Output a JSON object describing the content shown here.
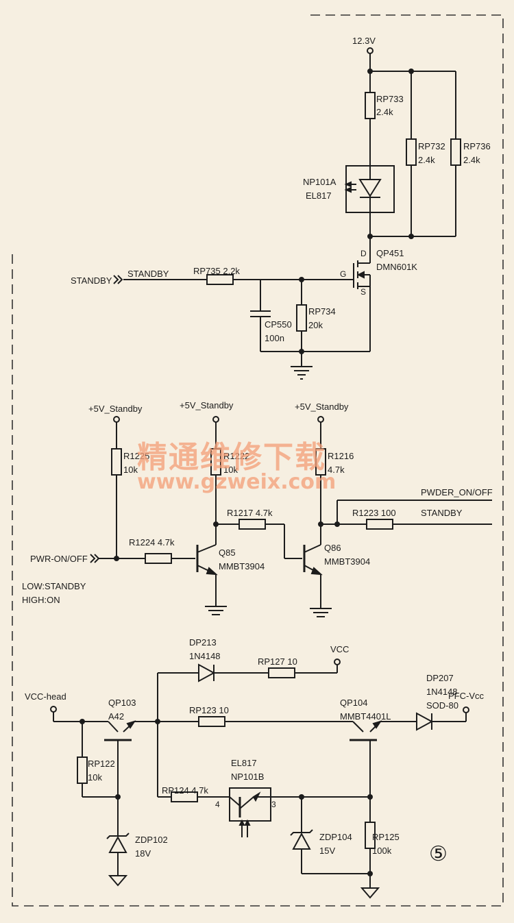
{
  "labels": {
    "v12": "12.3V",
    "rp733_ref": "RP733",
    "rp733_val": "2.4k",
    "rp732_ref": "RP732",
    "rp732_val": "2.4k",
    "rp736_ref": "RP736",
    "rp736_val": "2.4k",
    "np101a_ref": "NP101A",
    "np101a_part": "EL817",
    "qp451_ref": "QP451",
    "qp451_part": "DMN601K",
    "pin_d": "D",
    "pin_g": "G",
    "pin_s": "S",
    "standby_port": "STANDBY",
    "standby_net": "STANDBY",
    "rp735": "RP735 2.2k",
    "cp550_ref": "CP550",
    "cp550_val": "100n",
    "rp734_ref": "RP734",
    "rp734_val": "20k",
    "vstb1": "+5V_Standby",
    "vstb2": "+5V_Standby",
    "vstb3": "+5V_Standby",
    "r1225_ref": "R1225",
    "r1225_val": "10k",
    "r1222_ref": "R1222",
    "r1222_val": "10k",
    "r1216_ref": "R1216",
    "r1216_val": "4.7k",
    "r1217": "R1217 4.7k",
    "r1224": "R1224 4.7k",
    "r1223": "R1223 100",
    "pwder": "PWDER_ON/OFF",
    "standby_out": "STANDBY",
    "pwr_port": "PWR-ON/OFF",
    "q85_ref": "Q85",
    "q85_part": "MMBT3904",
    "q86_ref": "Q86",
    "q86_part": "MMBT3904",
    "low_note": "LOW:STANDBY",
    "high_note": "HIGH:ON",
    "dp213_ref": "DP213",
    "dp213_part": "1N4148",
    "rp127": "RP127 10",
    "vcc": "VCC",
    "vcc_head": "VCC-head",
    "qp103_ref": "QP103",
    "qp103_part": "A42",
    "rp123": "RP123 10",
    "qp104_ref": "QP104",
    "qp104_part": "MMBT4401L",
    "dp207_ref": "DP207",
    "dp207_part": "1N4148",
    "dp207_pkg": "SOD-80",
    "pfc_vcc": "PFC-Vcc",
    "rp122_ref": "RP122",
    "rp122_val": "10k",
    "el817b_part": "EL817",
    "np101b_ref": "NP101B",
    "rp124": "RP124 4.7k",
    "pin4": "4",
    "pin3": "3",
    "zdp104_ref": "ZDP104",
    "zdp104_val": "15V",
    "rp125_ref": "RP125",
    "rp125_val": "100k",
    "zdp102_ref": "ZDP102",
    "zdp102_val": "18V",
    "circled_number": "⑤"
  },
  "watermark": {
    "chinese": "精通维修下载",
    "url": "www.gzweix.com"
  },
  "colors": {
    "ink": "#1c1c1c",
    "paper": "#f6efe1",
    "watermark": "#f4a07a"
  }
}
